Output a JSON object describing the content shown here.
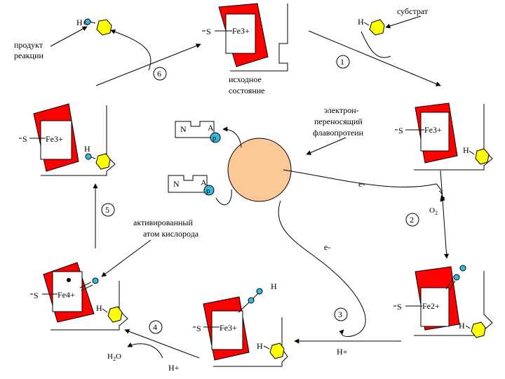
{
  "colors": {
    "heme_red": "#ff0000",
    "substrate_yellow": "#ffff00",
    "oxygen_cyan": "#33bbdd",
    "flavoprotein_fill": "#fcc896",
    "stroke": "#000000"
  },
  "labels": {
    "product": "продукт",
    "product2": "реакции",
    "substrate": "субстрат",
    "initial": "исходное",
    "initial2": "состояние",
    "flavo1": "электрон-",
    "flavo2": "переносящий",
    "flavo3": "флавопротеин",
    "activated1": "активированный",
    "activated2": "атом кислорода",
    "e_minus": "e-",
    "h_plus": "H+",
    "h2o_main": "H",
    "h2o_sub": "2",
    "h2o_end": "O",
    "o2_main": "O",
    "o2_sub": "2",
    "h_atom": "H",
    "ho_h": "H",
    "ho_o": "O",
    "s_atom": "S",
    "fe3": "Fe3+",
    "fe2": "Fe2+",
    "fe4": "Fe4+",
    "n_letter": "N",
    "a_letter": "A",
    "p_letter": "p"
  },
  "steps": [
    "1",
    "2",
    "3",
    "4",
    "5",
    "6"
  ]
}
